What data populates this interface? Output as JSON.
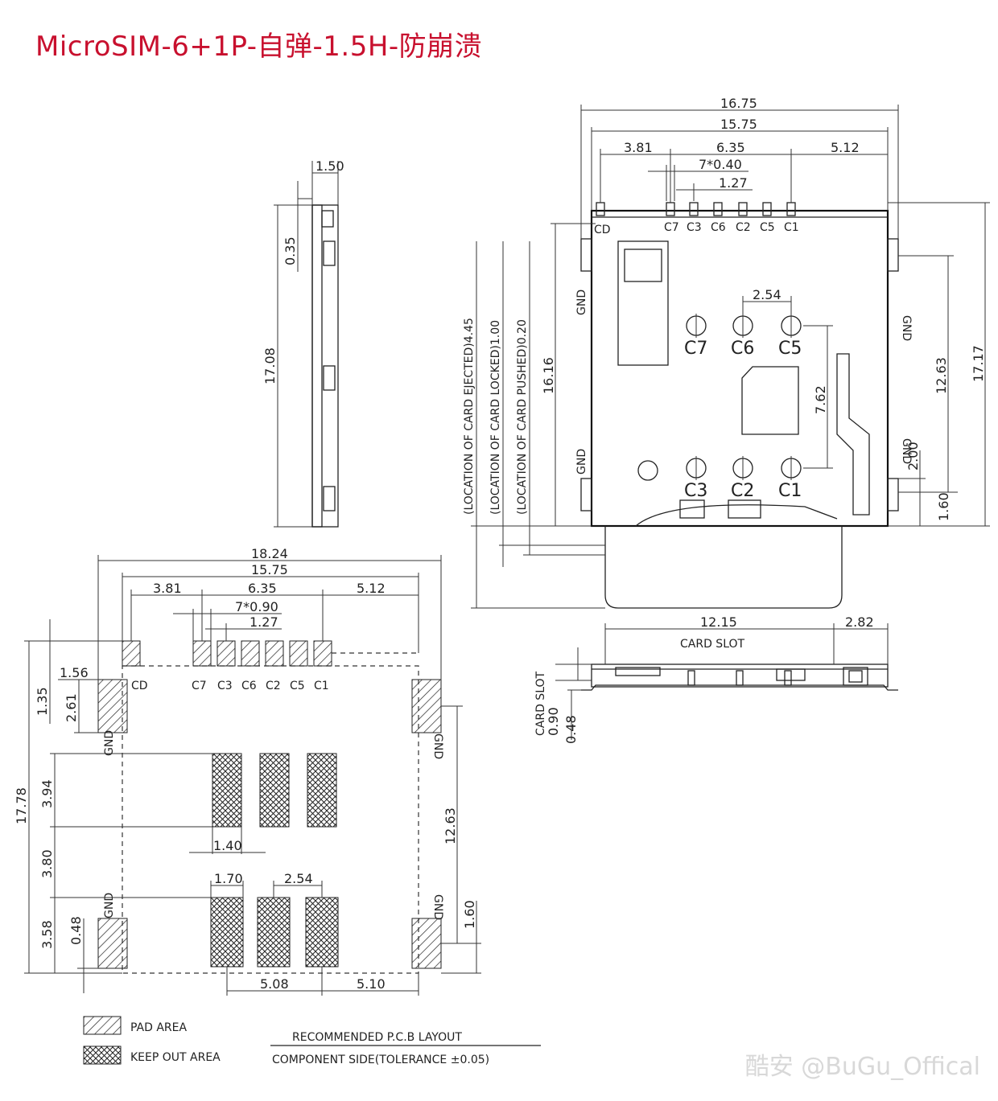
{
  "title": "MicroSIM-6+1P-自弹-1.5H-防崩溃",
  "watermark": "酷安 @BuGu_Offical",
  "colors": {
    "title": "#c8102e",
    "line": "#222222"
  },
  "side_view": {
    "dims": {
      "top_width": "1.50",
      "gap": "0.35",
      "height": "17.08"
    }
  },
  "top_view": {
    "dims": {
      "outer_width": "16.75",
      "inner_width": "15.75",
      "left_offset": "3.81",
      "pin_span": "6.35",
      "right_offset": "5.12",
      "pin_width": "7*0.40",
      "pin_pitch": "1.27",
      "contact_pitch": "2.54",
      "row_spacing": "7.62",
      "inner_height": "12.63",
      "total_height": "17.17",
      "ejected_height": "16.16",
      "gnd_bottom": "2.00",
      "bottom_offset": "1.60"
    },
    "pin_labels": [
      "CD",
      "C7",
      "C3",
      "C6",
      "C2",
      "C5",
      "C1"
    ],
    "contacts_top": [
      "C7",
      "C6",
      "C5"
    ],
    "contacts_bottom": [
      "C3",
      "C2",
      "C1"
    ],
    "gnd": "GND",
    "location_labels": [
      "(LOCATION OF CARD EJECTED)4.45",
      "(LOCATION OF CARD LOCKED)1.00",
      "(LOCATION OF CARD PUSHED)0.20"
    ]
  },
  "front_view": {
    "dims": {
      "slot_width": "12.15",
      "right_width": "2.82",
      "slot_height": "0.90",
      "base_height": "0.48"
    },
    "card_slot": "CARD SLOT"
  },
  "pcb_layout": {
    "dims": {
      "outer_width": "18.24",
      "inner_width": "15.75",
      "left_offset": "3.81",
      "pin_span": "6.35",
      "right_offset": "5.12",
      "pad_width": "7*0.90",
      "pad_pitch": "1.27",
      "gnd_offset_x": "1.56",
      "top_offset": "1.35",
      "gnd_height": "2.61",
      "total_height": "17.78",
      "keepout_top": "3.94",
      "keepout_gap": "3.80",
      "keepout_bottom": "3.58",
      "gnd_pad_height": "0.48",
      "keepout_width": "1.40",
      "bottom_pad_width": "1.70",
      "bottom_pad_pitch": "2.54",
      "inner_height": "12.63",
      "bottom_gnd": "1.60",
      "bottom_left": "5.08",
      "bottom_right": "5.10"
    },
    "pin_labels": [
      "CD",
      "C7",
      "C3",
      "C6",
      "C2",
      "C5",
      "C1"
    ],
    "gnd": "GND"
  },
  "legend": {
    "pad_area": "PAD AREA",
    "keep_out_area": "KEEP OUT AREA",
    "layout_title": "RECOMMENDED P.C.B LAYOUT",
    "layout_subtitle": "COMPONENT SIDE(TOLERANCE ±0.05)"
  }
}
